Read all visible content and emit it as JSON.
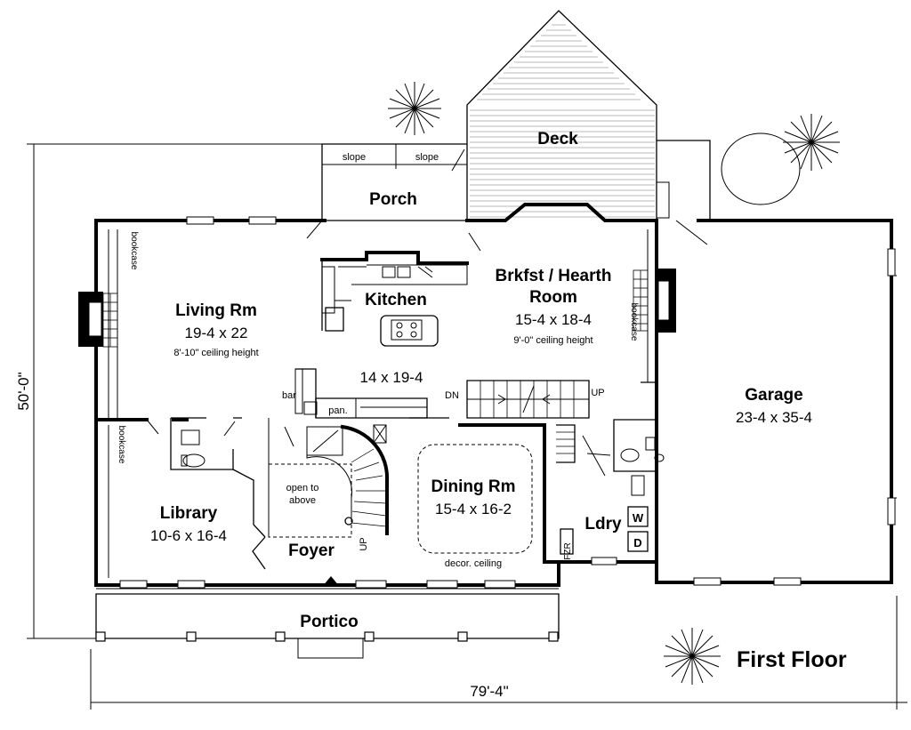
{
  "rooms": {
    "deck": "Deck",
    "porch": "Porch",
    "kitchen": "Kitchen",
    "kitchen_dims": "14 x 19-4",
    "living": "Living Rm",
    "living_dims": "19-4 x 22",
    "living_ceiling": "8'-10\" ceiling height",
    "brkfst_line1": "Brkfst / Hearth",
    "brkfst_line2": "Room",
    "brkfst_dims": "15-4 x 18-4",
    "brkfst_ceiling": "9'-0\" ceiling height",
    "garage": "Garage",
    "garage_dims": "23-4 x 35-4",
    "library": "Library",
    "library_dims": "10-6 x 16-4",
    "foyer": "Foyer",
    "dining": "Dining Rm",
    "dining_dims": "15-4 x 16-2",
    "dining_ceiling": "decor. ceiling",
    "laundry": "Ldry",
    "portico": "Portico"
  },
  "labels": {
    "slope_left": "slope",
    "slope_right": "slope",
    "bookcase_living": "bookcase",
    "bookcase_library": "bookcase",
    "bookcase_hearth": "bookcase",
    "bar": "bar",
    "pantry": "pan.",
    "dn": "DN",
    "up_rear": "UP",
    "up_foyer": "UP",
    "open_line1": "open to",
    "open_line2": "above",
    "freezer": "FZR",
    "washer": "W",
    "dryer": "D"
  },
  "dimensions": {
    "depth": "50'-0\"",
    "width": "79'-4\""
  },
  "title": "First Floor"
}
